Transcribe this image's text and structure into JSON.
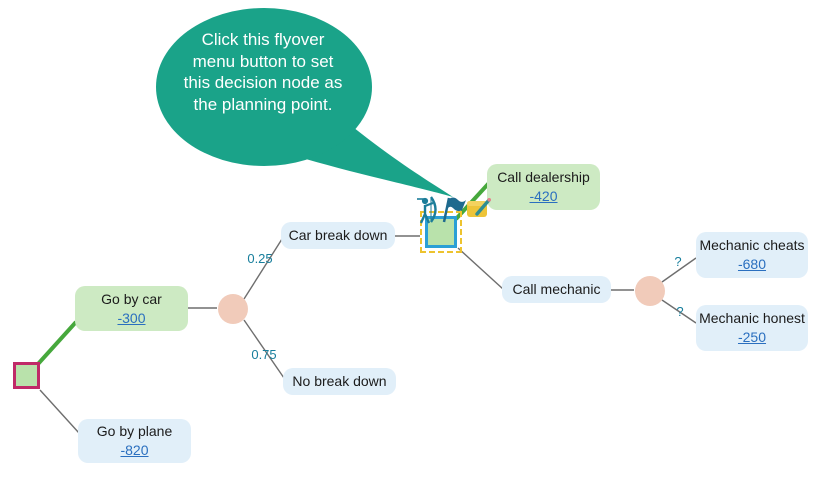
{
  "callout": {
    "text": "Click this flyover menu button to set this decision node as the planning point."
  },
  "flyover_menu": {
    "buttons": [
      {
        "name": "set-planning-point",
        "icon": "archer-icon"
      },
      {
        "name": "flag",
        "icon": "flag-icon"
      },
      {
        "name": "edit-payoff",
        "icon": "note-pencil-icon"
      }
    ]
  },
  "tree": {
    "boxes": [
      {
        "label": "Go by car",
        "value": "-300"
      },
      {
        "label": "Go by plane",
        "value": "-820"
      },
      {
        "label": "Car break down"
      },
      {
        "label": "No break down"
      },
      {
        "label": "Call dealership",
        "value": "-420"
      },
      {
        "label": "Call mechanic"
      },
      {
        "label": "Mechanic cheats",
        "value": "-680"
      },
      {
        "label": "Mechanic honest",
        "value": "-250"
      }
    ],
    "edge_labels": [
      {
        "text": "0.25"
      },
      {
        "text": "0.75"
      },
      {
        "text": "?"
      },
      {
        "text": "?"
      }
    ],
    "node_types": {
      "decision": "square",
      "chance": "circle"
    }
  },
  "colors": {
    "callout_bg": "#1aa389",
    "optimal_path": "#46a83c",
    "edge": "#6e6e6e",
    "green_box_bg": "#cdeac3",
    "blue_box_bg": "#e1eff9",
    "value_link": "#2a6fbf",
    "probability_text": "#177e9c",
    "chance_node_fill": "#f1cbba",
    "decision_node_fill": "#b9e2ab",
    "root_node_border": "#c02a68",
    "selected_node_border": "#2a9fd6",
    "selection_dash": "#edc32f"
  }
}
